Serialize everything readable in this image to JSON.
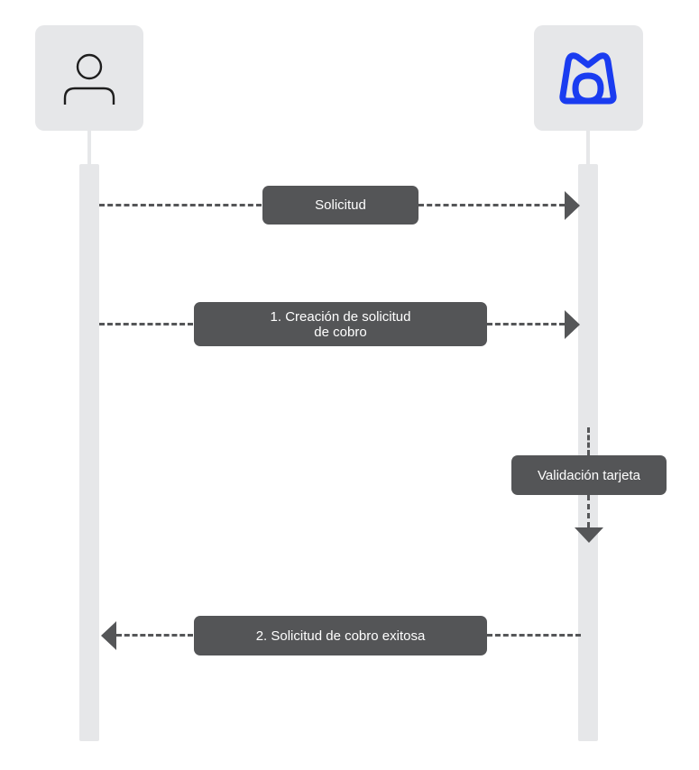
{
  "actors": {
    "user": {
      "icon": "user-icon"
    },
    "service": {
      "icon": "brand-logo-icon",
      "logo_color": "#1a3cf0"
    }
  },
  "messages": [
    {
      "label": "Solicitud",
      "direction": "user-to-service"
    },
    {
      "label": "1. Creación de solicitud\nde cobro",
      "direction": "user-to-service"
    },
    {
      "label": "Validación tarjeta",
      "direction": "self-service"
    },
    {
      "label": "2. Solicitud de cobro exitosa",
      "direction": "service-to-user"
    }
  ],
  "colors": {
    "lane": "#e6e7e9",
    "label_bg": "#545557",
    "arrow": "#555658"
  }
}
